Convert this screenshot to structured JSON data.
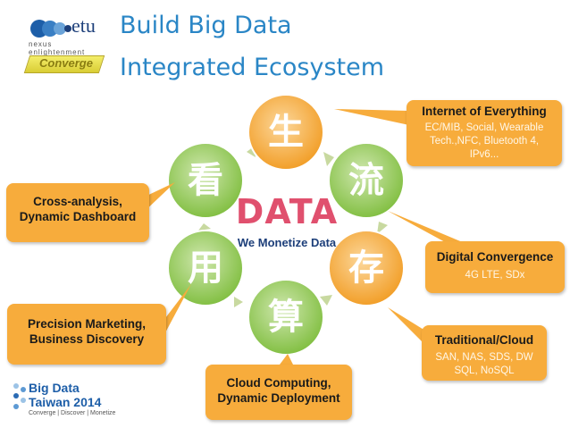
{
  "logo": {
    "company": "etu",
    "tagline": "nexus enlightenment",
    "badge": "Converge"
  },
  "title": {
    "line1": "Build Big Data",
    "line2": "Integrated Ecosystem"
  },
  "center": {
    "word": "DATA",
    "subtitle": "We Monetize Data"
  },
  "cycle": [
    {
      "char": "生",
      "color": "#f6a23a"
    },
    {
      "char": "流",
      "color": "#86c440"
    },
    {
      "char": "存",
      "color": "#f6a23a"
    },
    {
      "char": "算",
      "color": "#86c440"
    },
    {
      "char": "用",
      "color": "#86c440"
    },
    {
      "char": "看",
      "color": "#86c440"
    }
  ],
  "callouts": {
    "ioe": {
      "heading": "Internet of Everything",
      "detail": "EC/MIB, Social, Wearable Tech.,NFC, Bluetooth 4, IPv6..."
    },
    "digital": {
      "heading": "Digital Convergence",
      "detail": "4G LTE, SDx"
    },
    "traditional": {
      "heading": "Traditional/Cloud",
      "detail": "SAN, NAS, SDS, DW SQL, NoSQL"
    },
    "cloud": {
      "heading": "Cloud Computing, Dynamic Deployment"
    },
    "precision": {
      "heading": "Precision Marketing, Business Discovery"
    },
    "cross": {
      "heading": "Cross-analysis, Dynamic Dashboard"
    }
  },
  "event_logo": {
    "line1": "Big Data",
    "line2": "Taiwan 2014",
    "tagline": "Converge | Discover | Monetize"
  }
}
